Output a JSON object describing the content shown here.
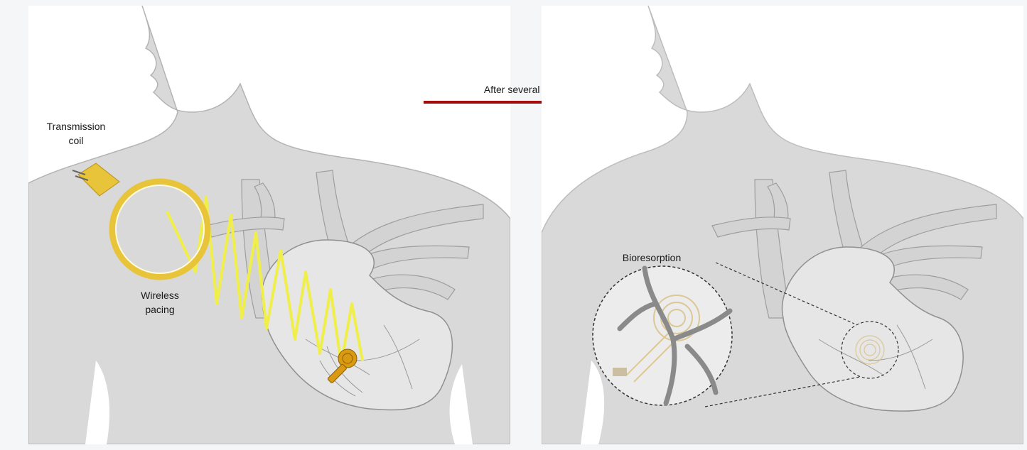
{
  "labels": {
    "transmission_coil": "Transmission\ncoil",
    "wireless_pacing": "Wireless\npacing",
    "after_several_weeks": "After several weeks",
    "bioresorption": "Bioresorption"
  },
  "colors": {
    "body": "#d9d9d9",
    "body_outline": "#aaaaaa",
    "heart": "#e9e9e9",
    "vessel": "#d4d4d4",
    "coil": "#e8c43a",
    "wave": "#f0ef4a",
    "device": "#d99a12",
    "arrow": "#a50d0d",
    "dashed": "#333333"
  }
}
